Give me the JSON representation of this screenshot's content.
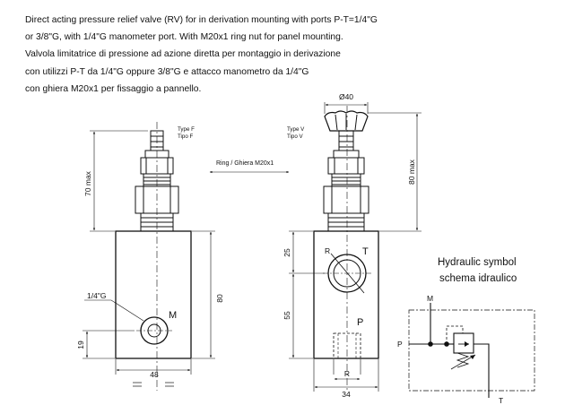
{
  "description": {
    "lines": [
      "Direct acting pressure relief valve (RV) for in derivation mounting with ports P-T=1/4\"G",
      "or 3/8\"G, with 1/4\"G manometer port. With M20x1 ring nut for panel mounting.",
      "Valvola limitatrice di pressione ad azione diretta per montaggio in derivazione",
      "con utilizzi P-T da 1/4\"G oppure 3/8\"G e attacco manometro da 1/4\"G",
      "con ghiera M20x1 per fissaggio a pannello."
    ]
  },
  "left_view": {
    "type_en": "Type F",
    "type_it": "Tipo F",
    "dim_height_max": "70 max",
    "dim_body_height": "80",
    "dim_width": "48",
    "dim_port_offset": "19",
    "port_thread": "1/4\"G",
    "port_label": "M"
  },
  "ring_note": "Ring / Ghiera M20x1",
  "right_view": {
    "type_en": "Type V",
    "type_it": "Tipo V",
    "dim_knob_diameter": "Ø40",
    "dim_height_max": "80 max",
    "dim_top_offset": "25",
    "dim_port_spacing": "55",
    "dim_width": "34",
    "port_t_label": "T",
    "port_p_label": "P",
    "radius_label": "R",
    "bottom_r_label": "R"
  },
  "hydraulic_symbol": {
    "title_en": "Hydraulic symbol",
    "title_it": "schema idraulico",
    "port_m": "M",
    "port_p": "P",
    "port_t": "T"
  }
}
